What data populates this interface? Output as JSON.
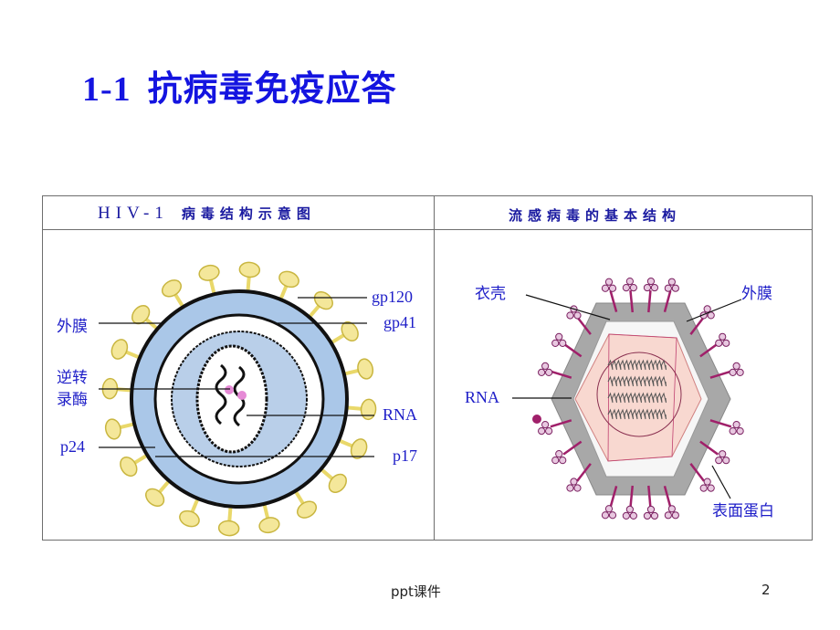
{
  "slide": {
    "title_num": "1-1",
    "title_text": "抗病毒免疫应答"
  },
  "table": {
    "left_header_latin": "HIV-1",
    "left_header": "病毒结构示意图",
    "right_header": "流感病毒的基本结构"
  },
  "hiv_labels": {
    "envelope": "外膜",
    "reverse_transcriptase": "逆转\n录酶",
    "p24": "p24",
    "gp120": "gp120",
    "gp41": "gp41",
    "rna": "RNA",
    "p17": "p17"
  },
  "flu_labels": {
    "capsid": "衣壳",
    "envelope": "外膜",
    "rna": "RNA",
    "surface_protein": "表面蛋白"
  },
  "footer": {
    "source": "ppt课件",
    "page": "2"
  },
  "colors": {
    "title": "#1414e0",
    "label": "#1e1ec8",
    "hiv_envelope": "#aac7e8",
    "hiv_spike": "#f2e38a",
    "flu_capsid": "#a8a8a8",
    "flu_core": "#f8d8d0",
    "flu_spike": "#a0206a"
  }
}
